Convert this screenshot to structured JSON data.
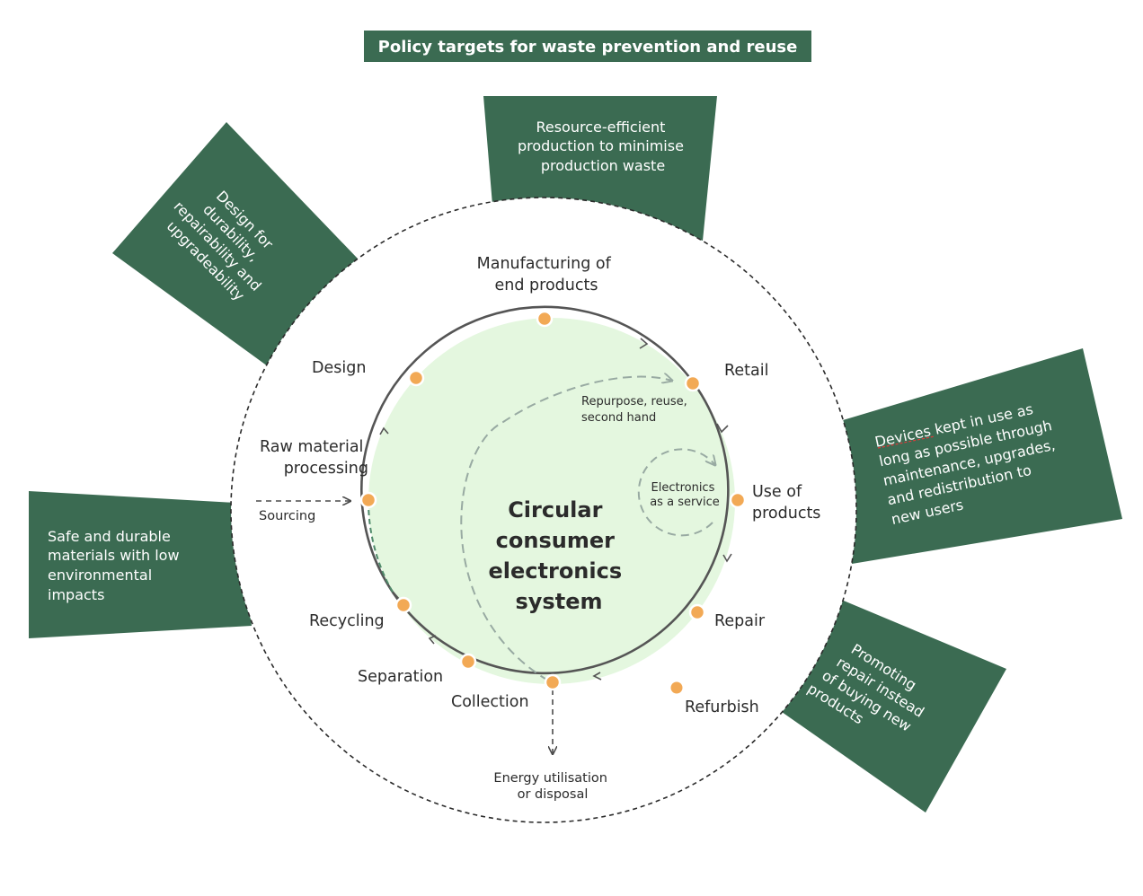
{
  "colors": {
    "panel": "#3b6b52",
    "circle_fill": "#e4f7df",
    "node": "#f2a955",
    "dashed_inner": "#98aaa2",
    "text_dark": "#2b2b2b"
  },
  "banner": {
    "title": "Policy targets for waste prevention and reuse"
  },
  "center": {
    "lines": [
      "Circular",
      "consumer",
      "electronics",
      "system"
    ]
  },
  "panels": {
    "design": [
      "Design for",
      "durability,",
      "repairability and",
      "upgradeability"
    ],
    "production": [
      "Resource-efficient",
      "production to minimise",
      "production waste"
    ],
    "use": [
      "Devices kept in use as",
      "long as possible through",
      "maintenance, upgrades,",
      "and redistribution to",
      "new users"
    ],
    "repair": [
      "Promoting",
      "repair instead",
      "of buying new",
      "products"
    ],
    "materials": [
      "Safe and durable",
      "materials with low",
      "environmental",
      "impacts"
    ]
  },
  "stages": {
    "manufacturing": [
      "Manufacturing of",
      "end products"
    ],
    "retail": "Retail",
    "use": [
      "Use of",
      "products"
    ],
    "repair": "Repair",
    "refurbish": "Refurbish",
    "collection": "Collection",
    "separation": "Separation",
    "recycling": "Recycling",
    "raw": [
      "Raw material",
      "processing"
    ],
    "design": "Design"
  },
  "flows": {
    "sourcing": "Sourcing",
    "repurpose": [
      "Repurpose, reuse,",
      "second hand"
    ],
    "service": [
      "Electronics",
      "as a service"
    ],
    "energy": [
      "Energy utilisation",
      "or disposal"
    ]
  }
}
